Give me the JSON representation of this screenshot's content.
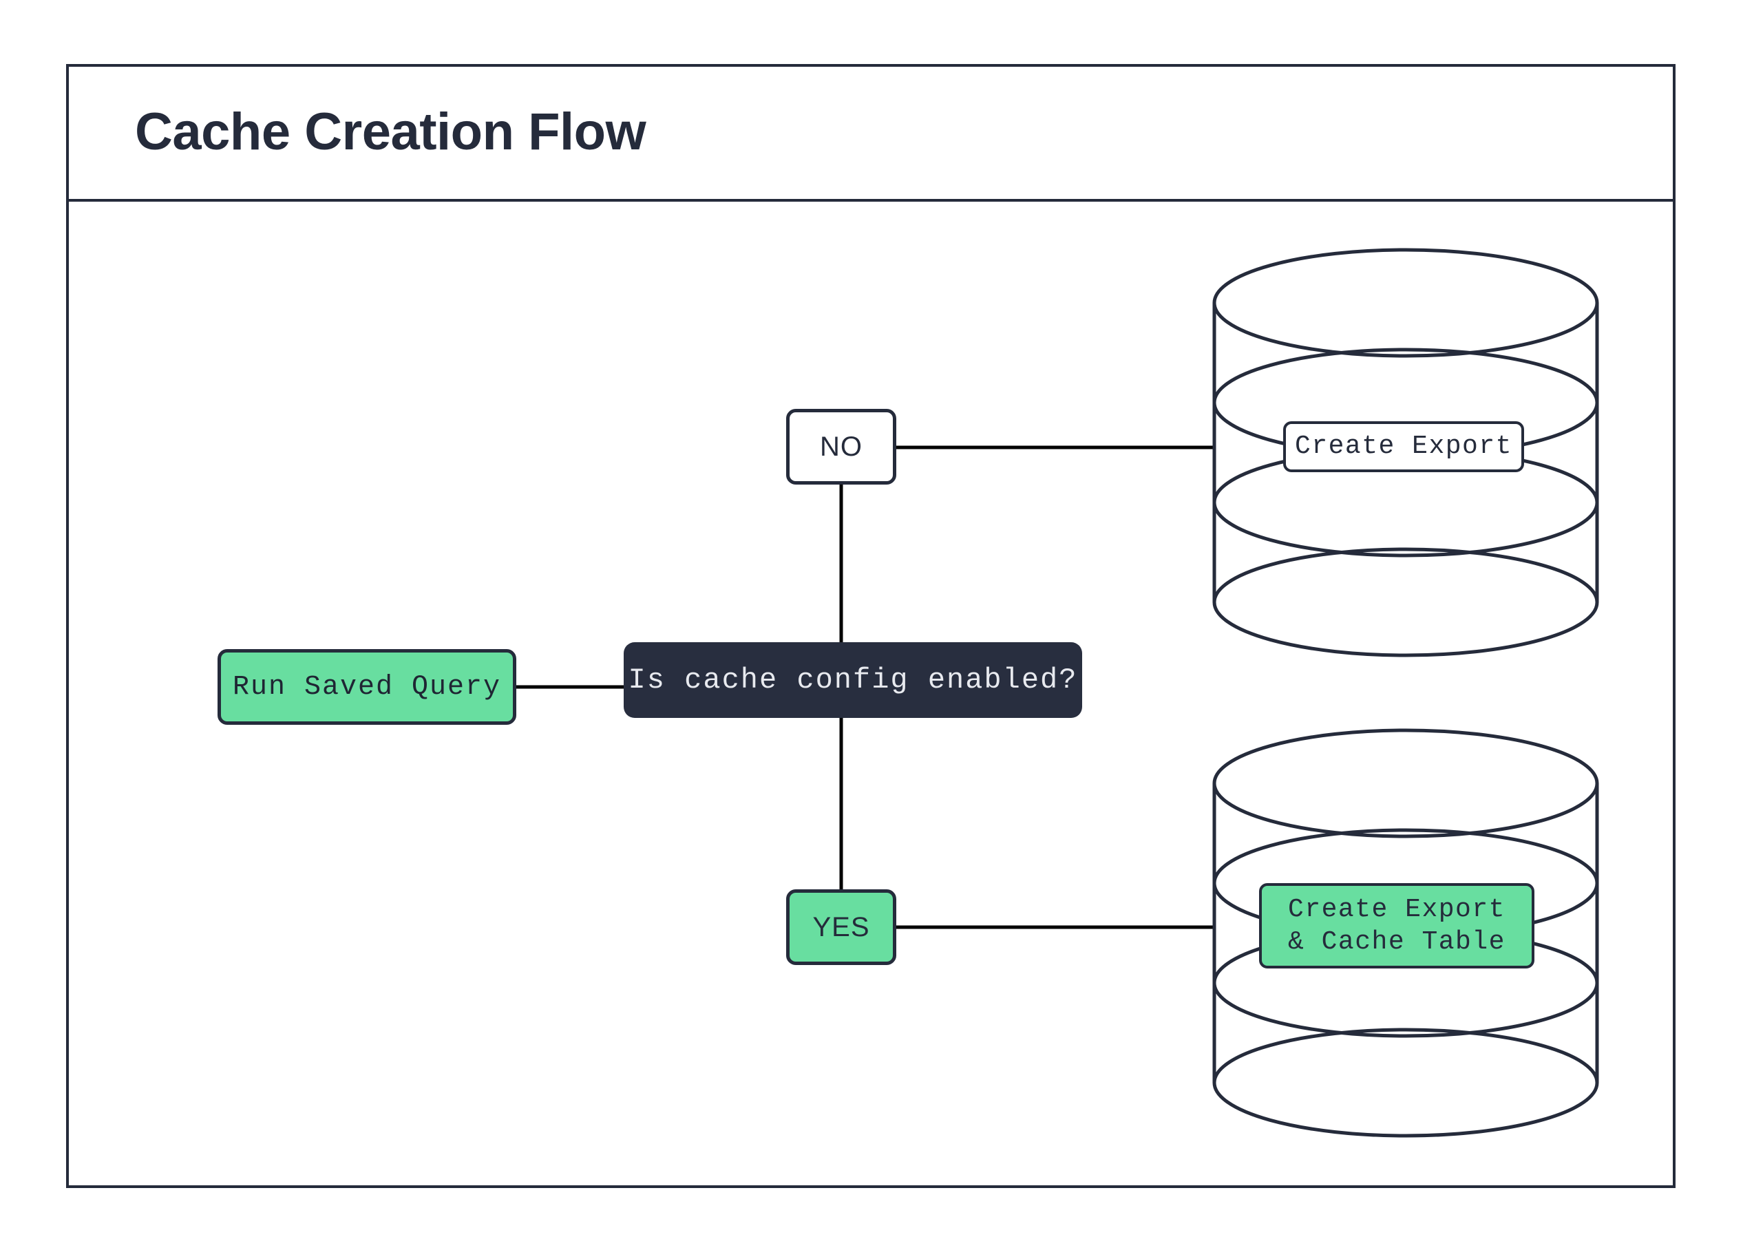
{
  "diagram": {
    "title": "Cache Creation Flow",
    "type": "flowchart",
    "colors": {
      "accent_green": "#68dea0",
      "ink": "#252b3b",
      "decision_fill": "#282e3f",
      "decision_text": "#e8eaef",
      "page_background": "#ffffff"
    },
    "nodes": [
      {
        "id": "start",
        "label": "Run Saved Query",
        "shape": "rounded-rectangle",
        "fill": "#68dea0"
      },
      {
        "id": "decision",
        "label": "Is cache config enabled?",
        "shape": "rounded-rectangle",
        "fill": "#282e3f"
      },
      {
        "id": "branch-no",
        "label": "NO",
        "shape": "rounded-rectangle",
        "fill": "#ffffff"
      },
      {
        "id": "branch-yes",
        "label": "YES",
        "shape": "rounded-rectangle",
        "fill": "#68dea0"
      },
      {
        "id": "database-top",
        "label": "Create Export",
        "shape": "database-cylinder",
        "fill": "#ffffff"
      },
      {
        "id": "database-bottom",
        "label_line1": "Create Export",
        "label_line2": "& Cache Table",
        "shape": "database-cylinder",
        "fill": "#68dea0"
      }
    ],
    "edges": [
      {
        "from": "start",
        "to": "decision",
        "label": ""
      },
      {
        "from": "decision",
        "to": "branch-no",
        "label": ""
      },
      {
        "from": "decision",
        "to": "branch-yes",
        "label": ""
      },
      {
        "from": "branch-no",
        "to": "database-top",
        "label": ""
      },
      {
        "from": "branch-yes",
        "to": "database-bottom",
        "label": ""
      }
    ]
  }
}
